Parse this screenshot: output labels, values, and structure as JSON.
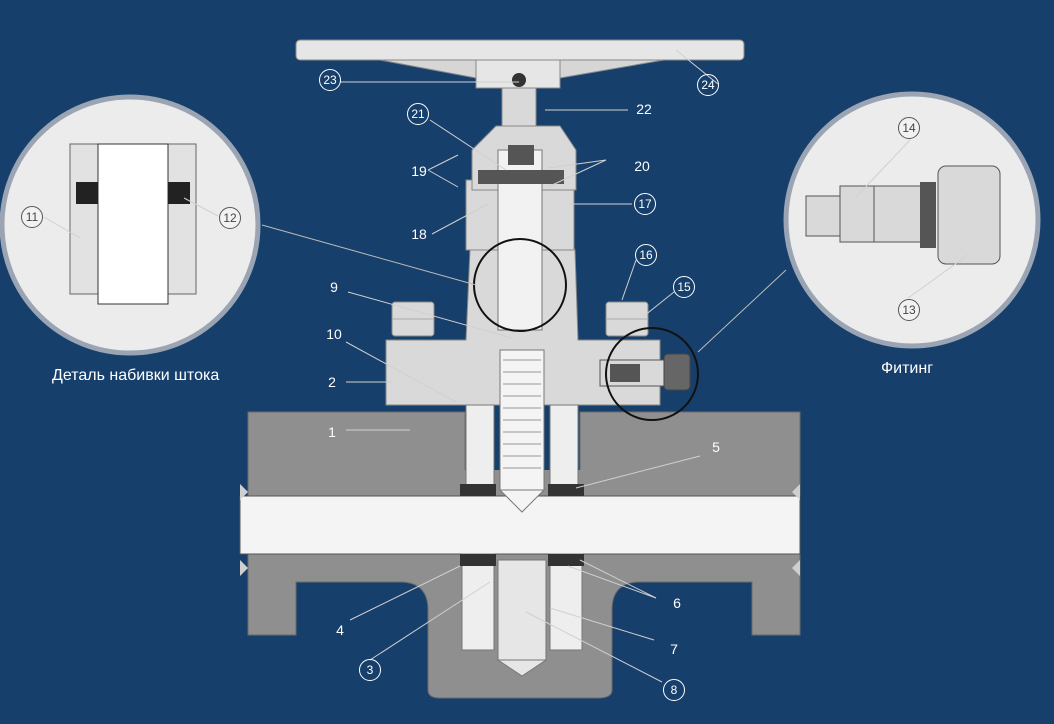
{
  "captions": {
    "stem_packing": "Деталь набивки штока",
    "fitting": "Фитинг"
  },
  "callouts": {
    "c1": "1",
    "c2": "2",
    "c3": "3",
    "c4": "4",
    "c5": "5",
    "c6": "6",
    "c7": "7",
    "c8": "8",
    "c9": "9",
    "c10": "10",
    "c11": "11",
    "c12": "12",
    "c13": "13",
    "c14": "14",
    "c15": "15",
    "c16": "16",
    "c17": "17",
    "c18": "18",
    "c19": "19",
    "c20": "20",
    "c21": "21",
    "c22": "22",
    "c23": "23",
    "c24": "24"
  },
  "colors": {
    "background": "#173f6b",
    "body_dark": "#8f8f8f",
    "body_light": "#d9d9d9",
    "bore": "#f4f4f4",
    "detail_circle": "#ececec"
  }
}
